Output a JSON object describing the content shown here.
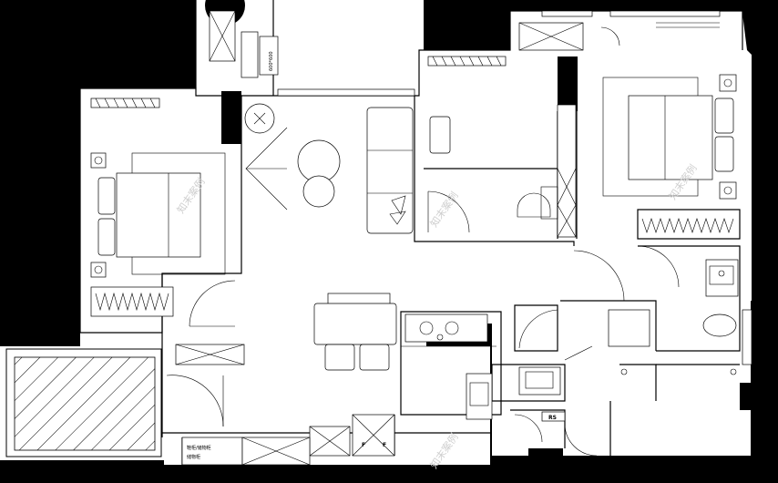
{
  "labels": {
    "fridge": "600*600",
    "shower_code": "RS",
    "fridge_code_1": "F",
    "fridge_code_2": "F",
    "cabinet_1": "鞋柜/储物柜",
    "cabinet_2": "储物柜"
  },
  "watermarks": [
    "知末案例",
    "知末案例",
    "知末案例",
    "知末案例"
  ]
}
